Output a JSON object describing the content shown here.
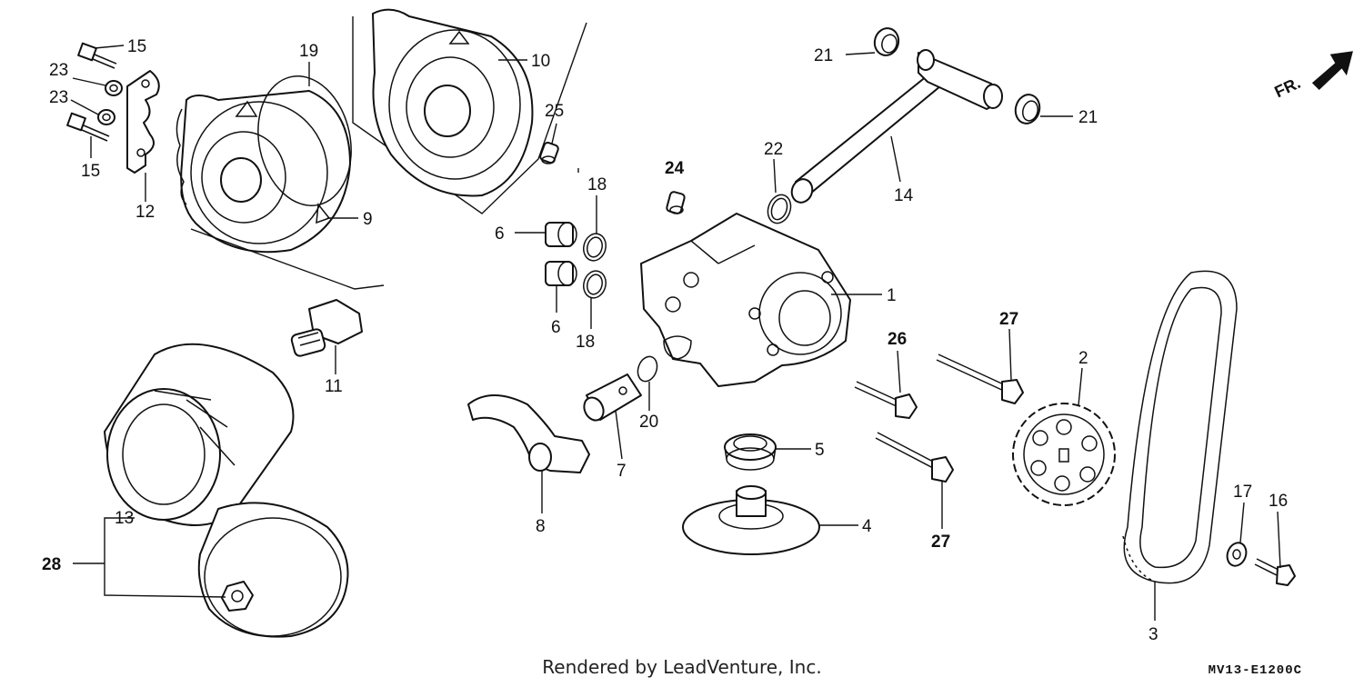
{
  "diagram": {
    "callouts": [
      "1",
      "2",
      "3",
      "4",
      "5",
      "6",
      "6",
      "7",
      "8",
      "9",
      "10",
      "11",
      "12",
      "13",
      "14",
      "15",
      "15",
      "16",
      "17",
      "18",
      "18",
      "19",
      "20",
      "21",
      "21",
      "22",
      "23",
      "23",
      "24",
      "25",
      "26",
      "27",
      "27",
      "28"
    ],
    "front_indicator": "FR.",
    "credit": "Rendered by LeadVenture, Inc.",
    "code": "MV13-E1200C"
  }
}
